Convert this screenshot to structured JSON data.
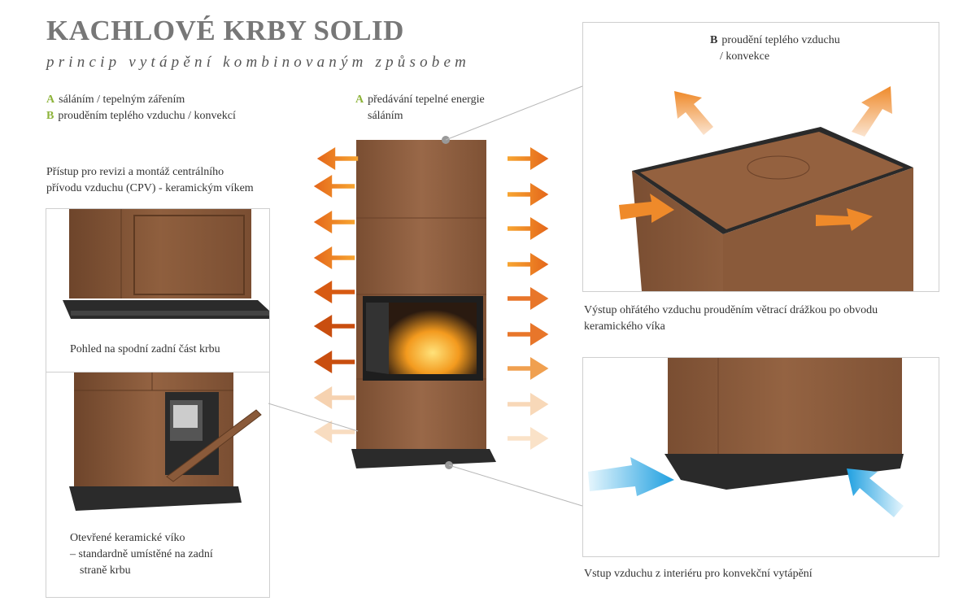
{
  "header": {
    "title": "KACHLOVÉ KRBY SOLID",
    "subtitle": "princip vytápění kombinovaným způsobem"
  },
  "legend": [
    {
      "letter": "A",
      "text": "sáláním / tepelným zářením"
    },
    {
      "letter": "B",
      "text": "prouděním teplého vzduchu / konvekcí"
    }
  ],
  "center_label": {
    "letter": "A",
    "line1": "předávání tepelné energie",
    "line2": "sáláním"
  },
  "top_right_label": {
    "letter": "B",
    "line1": "proudění teplého vzduchu",
    "line2": "/ konvekce"
  },
  "left_access_caption": {
    "line1": "Přístup pro revizi a montáž centrálního",
    "line2": "přívodu vzduchu (CPV) - keramickým víkem"
  },
  "panel_left_top_caption": "Pohled na spodní zadní část krbu",
  "panel_left_bottom_caption": {
    "line1": "Otevřené keramické víko",
    "line2": "– standardně umístěné na zadní",
    "line3": "straně krbu"
  },
  "right_top_caption": {
    "line1": "Výstup ohřátého vzduchu prouděním větrací drážkou po obvodu",
    "line2": "keramického víka"
  },
  "right_bottom_caption": "Vstup vzduchu z interiéru pro konvekční vytápění",
  "colors": {
    "ceramic": "#8a5a3a",
    "accent_green": "#8db33a",
    "warm_arrow": "#e8762a",
    "cool_arrow": "#2aa7e0",
    "title": "#777777"
  }
}
